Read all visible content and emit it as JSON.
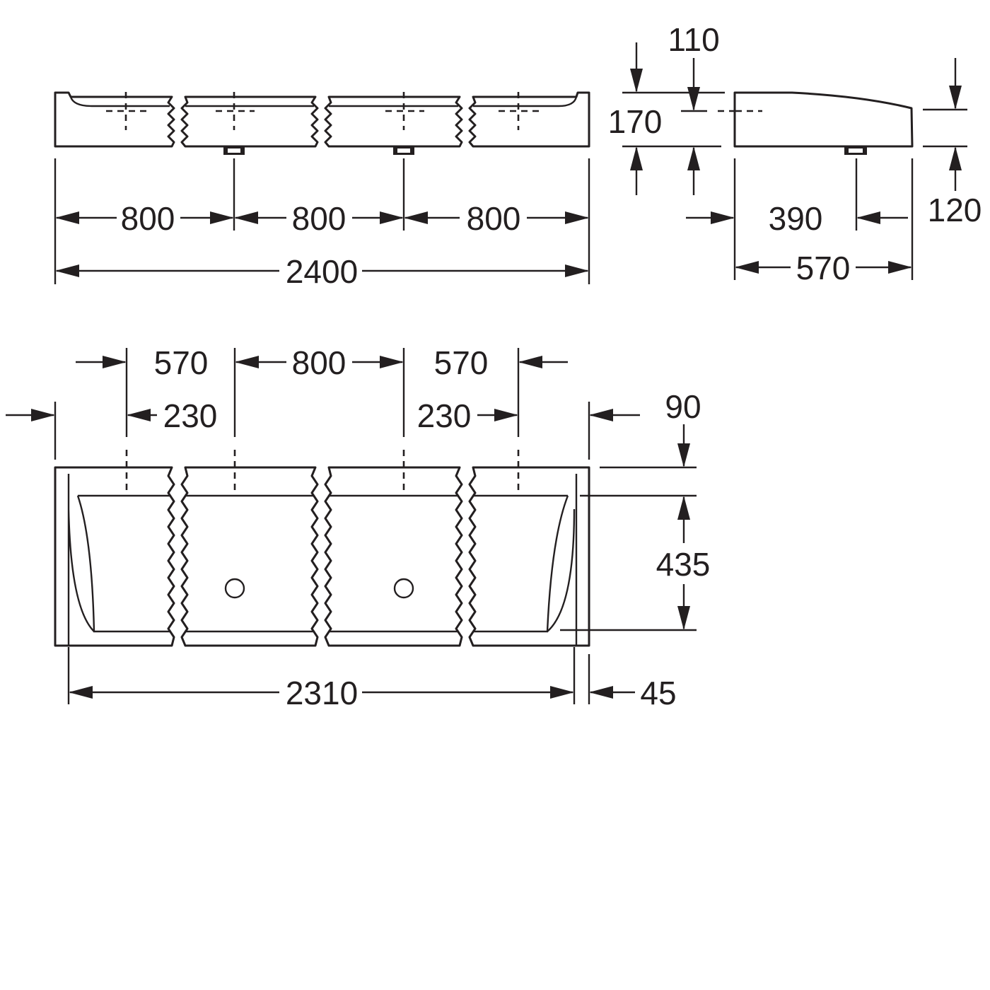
{
  "front_view": {
    "segment_1": "800",
    "segment_2": "800",
    "segment_3": "800",
    "overall_length": "2400"
  },
  "side_view": {
    "height_front": "170",
    "top_offset": "110",
    "height_back": "120",
    "drain_offset": "390",
    "depth": "570"
  },
  "plan_view": {
    "left_outer": "570",
    "center_spacing": "800",
    "right_outer": "570",
    "left_inner": "230",
    "right_inner": "230",
    "rim_width": "90",
    "bowl_depth": "435",
    "bowl_length": "2310",
    "end_wall": "45"
  },
  "colors": {
    "ink": "#231f20",
    "background": "#ffffff"
  }
}
